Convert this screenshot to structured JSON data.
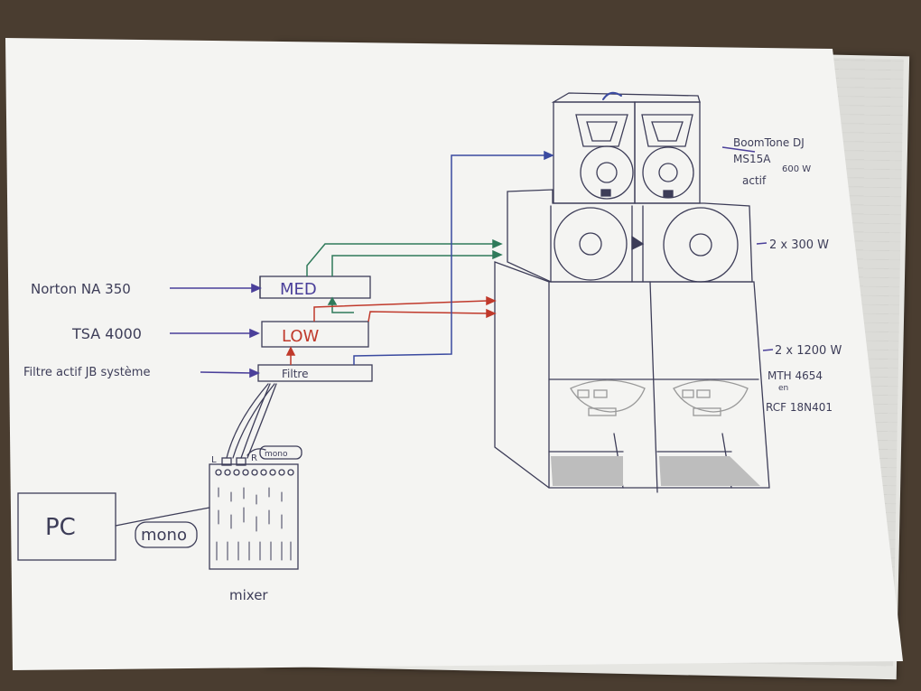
{
  "labels": {
    "norton": "Norton  NA 350",
    "tsa": "TSA  4000",
    "filtre_actif": "Filtre actif  JB système",
    "med": "MED",
    "low": "LOW",
    "filtre": "Filtre",
    "pc": "PC",
    "mono_cable": "mono",
    "mono_small": "mono",
    "mixer": "mixer",
    "mixer_l": "L",
    "mixer_r": "R"
  },
  "speakers": {
    "top_line1": "BoomTone DJ",
    "top_line2": "MS15A",
    "top_line3": "actif",
    "top_power": "600 W",
    "mid": "2 x 300 W",
    "sub_line1": "2 x 1200 W",
    "sub_line2": "MTH  4654",
    "sub_line3": "en",
    "sub_line4": "RCF  18N401"
  },
  "colors": {
    "ink": "#3d3d58",
    "purple": "#4a3f9a",
    "green": "#2f7a5a",
    "red": "#c0392b",
    "blue": "#3a4aa0",
    "paper": "#f3f3f1"
  }
}
